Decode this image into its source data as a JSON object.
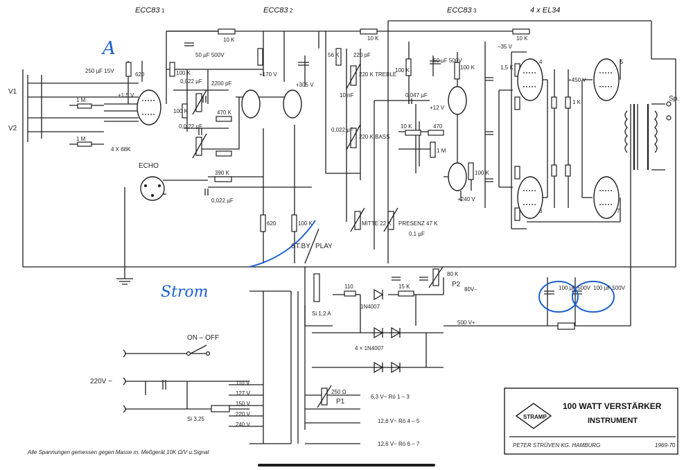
{
  "tubes": {
    "v1": "ECC83",
    "v2": "ECC83",
    "v3": "ECC83",
    "power": "4 x EL34",
    "num1": "1",
    "num2": "2",
    "num3": "3",
    "num4": "4",
    "num5": "5",
    "num6": "6",
    "num7": "7"
  },
  "inputs": {
    "v1": "V1",
    "v2": "V2",
    "echo": "ECHO",
    "main": "220V ~",
    "speaker": "Sp."
  },
  "components": {
    "r10k_a": "10 K",
    "r10k_b": "10 K",
    "r10k_c": "10 K",
    "r620": "620",
    "r100k_a": "100 K",
    "c50": "50 µF 500V",
    "c250": "250 µF 15V",
    "r1m_a": "1 M",
    "r1m_b": "1 M",
    "r4x68": "4 X 68K",
    "c0022": "0,022 µF",
    "c2200": "2200 pF",
    "c0022b": "0,0 22 µF",
    "r470k": "470 K",
    "r100k_b": "100 K",
    "r390": "390 K",
    "c0022c": "0,022 µF",
    "r620b": "620",
    "r100k_c": "100 K",
    "r56k": "56 K",
    "c220pf": "220 pF",
    "treble": "220 K TREBLE",
    "c10nf": "10 nF",
    "bass": "220 K BASS",
    "c0022d": "0,022 µF",
    "middle": "MITTE 22 K",
    "presence": "PRESENZ 47 K",
    "c01": "0,1 µF",
    "r100k_d": "100 K",
    "c50b": "50 µF 500V",
    "r100k_e": "100 K",
    "c0047": "0,047 µF",
    "r10k_d": "10 K",
    "r470": "470",
    "r1m_c": "1 M",
    "r100k_f": "100 K",
    "r15k": "1,5 K",
    "r1k": "1 K",
    "c100a": "100 µF 500V",
    "c100b": "100 µF 500V",
    "r110": "110",
    "r1n4007": "1N4007",
    "r15k_b": "15 K",
    "r80": "80 K",
    "p2": "P2",
    "stby": "ST.BY",
    "play": "PLAY",
    "onoff": "ON – OFF",
    "si": "Si 3,25",
    "sil": "Si 1,2 A",
    "d4": "4 × 1N4007",
    "v500": "500 V+",
    "v80": "80V–",
    "r250": "250 Ω",
    "p1": "P1",
    "h1": "6,3 V~ Rö 1 – 3",
    "h2": "12,6 V~ Rö 4 – 5",
    "h3": "12,6 V~ Rö 6 – 7",
    "tap110": "110 V",
    "tap127": "127 V",
    "tap150": "150 V",
    "tap220": "220 V",
    "tap240": "240 V",
    "v_plus170": "+170 V",
    "v_plus305": "+305 V",
    "v_plus240": "+240 V",
    "v_plus450": "+450 V",
    "v_minus35": "–35 V",
    "v_plus12": "+12 V",
    "v15": "+1,5 V"
  },
  "title_block": {
    "logo": "STRAMP",
    "line1": "100 WATT VERSTÄRKER",
    "line2": "INSTRUMENT",
    "company": "PETER STRÜVEN KG. HAMBURG",
    "year": "1969-70"
  },
  "footnote": "Alle Spannungen gemessen gegen Masse m. Meßgerät 10K Ω/V u.Signal",
  "annotations": {
    "a": "A",
    "strom": "Strom"
  },
  "colors": {
    "ink": "#1c1c1c",
    "annotation": "#1a5fd0",
    "paper": "#ffffff"
  }
}
